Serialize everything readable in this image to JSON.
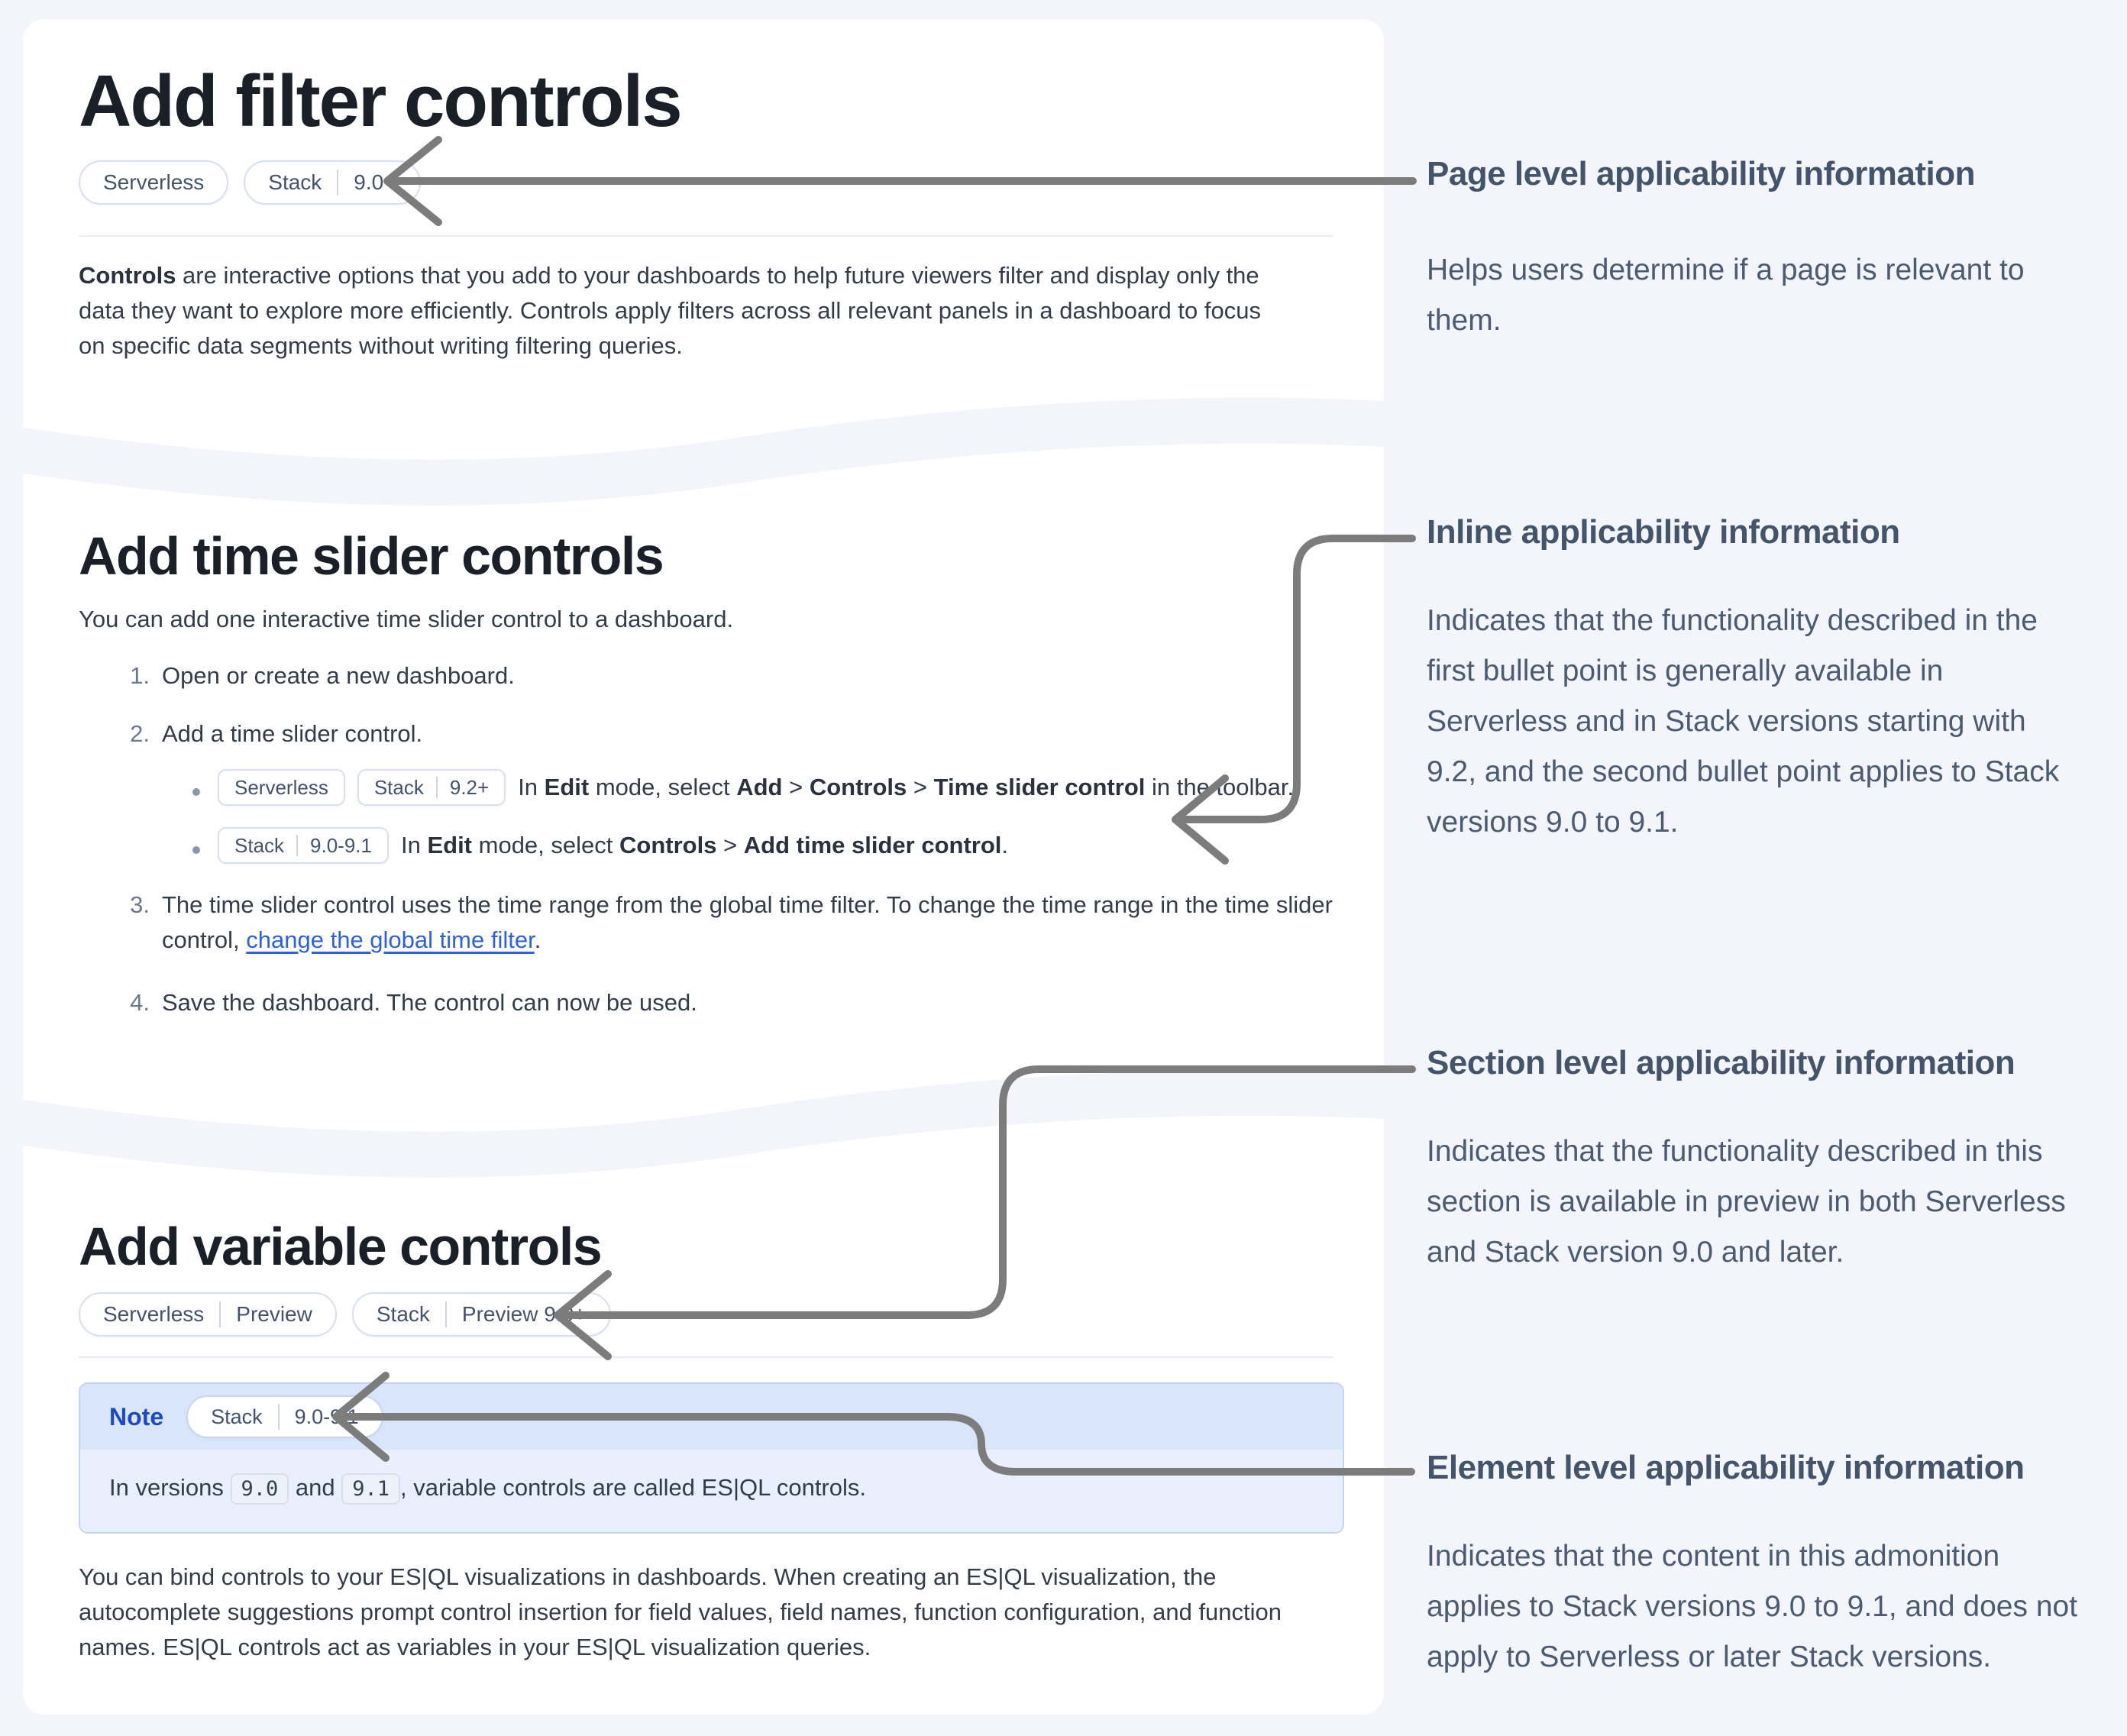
{
  "colors": {
    "page_bg": "#f3f5fa",
    "card_bg": "#ffffff",
    "heading": "#1b1f27",
    "body_text": "#353c49",
    "annotation_heading": "#44546a",
    "annotation_text": "#4b5b72",
    "arrow": "#7c7c7c",
    "link": "#2d61e5",
    "badge_border": "#d8dff0",
    "badge_text": "#44536b",
    "note_header_bg": "#d9e5fb",
    "note_body_bg": "#e9effc",
    "note_label": "#1b49c8"
  },
  "page": {
    "title": "Add filter controls",
    "badges": [
      {
        "parts": [
          "Serverless"
        ]
      },
      {
        "parts": [
          "Stack",
          "9.0+"
        ]
      }
    ],
    "intro": [
      {
        "t": "Controls",
        "b": true
      },
      {
        "t": " are interactive options that you add to your dashboards to help future viewers filter and display only the data they want to explore more efficiently. Controls apply filters across all relevant panels in a dashboard to focus on specific data segments without writing filtering queries."
      }
    ]
  },
  "time_slider": {
    "title": "Add time slider controls",
    "intro": "You can add one interactive time slider control to a dashboard.",
    "steps": [
      {
        "num": "1.",
        "text": [
          {
            "t": "Open or create a new dashboard."
          }
        ]
      },
      {
        "num": "2.",
        "text": [
          {
            "t": "Add a time slider control."
          }
        ]
      },
      {
        "num": "3.",
        "text": [
          {
            "t": "The time slider control uses the time range from the global time filter. To change the time range in the time slider control, "
          },
          {
            "t": "change the global time filter",
            "link": true
          },
          {
            "t": "."
          }
        ]
      },
      {
        "num": "4.",
        "text": [
          {
            "t": "Save the dashboard. The control can now be used."
          }
        ]
      }
    ],
    "bullets": [
      {
        "badges": [
          {
            "parts": [
              "Serverless"
            ]
          },
          {
            "parts": [
              "Stack",
              "9.2+"
            ]
          }
        ],
        "text": [
          {
            "t": "In "
          },
          {
            "t": "Edit",
            "b": true
          },
          {
            "t": " mode, select "
          },
          {
            "t": "Add",
            "b": true
          },
          {
            "t": " > "
          },
          {
            "t": "Controls",
            "b": true
          },
          {
            "t": " > "
          },
          {
            "t": "Time slider control",
            "b": true
          },
          {
            "t": " in the toolbar."
          }
        ]
      },
      {
        "badges": [
          {
            "parts": [
              "Stack",
              "9.0-9.1"
            ]
          }
        ],
        "text": [
          {
            "t": "In "
          },
          {
            "t": "Edit",
            "b": true
          },
          {
            "t": " mode, select "
          },
          {
            "t": "Controls",
            "b": true
          },
          {
            "t": " > "
          },
          {
            "t": "Add time slider control",
            "b": true
          },
          {
            "t": "."
          }
        ]
      }
    ]
  },
  "variable_controls": {
    "title": "Add variable controls",
    "badges": [
      {
        "parts": [
          "Serverless",
          "Preview"
        ]
      },
      {
        "parts": [
          "Stack",
          "Preview 9.0+"
        ]
      }
    ],
    "note": {
      "label": "Note",
      "badge": {
        "parts": [
          "Stack",
          "9.0-9.1"
        ]
      },
      "body": [
        {
          "t": "In versions "
        },
        {
          "t": "9.0",
          "code": true
        },
        {
          "t": " and "
        },
        {
          "t": "9.1",
          "code": true
        },
        {
          "t": ", variable controls are called ES|QL controls."
        }
      ]
    },
    "body": [
      {
        "t": "You can bind controls to your ES|QL visualizations in dashboards. When creating an ES|QL visualization, the autocomplete suggestions prompt control insertion for field values, field names, function configuration, and function names. ES|QL controls act as variables in your ES|QL visualization queries."
      }
    ]
  },
  "annotations": [
    {
      "title": "Page level applicability information",
      "body": "Helps users determine if a page is relevant to them."
    },
    {
      "title": "Inline applicability information",
      "body": "Indicates that the functionality described in the first bullet point is generally available in Serverless and in Stack versions starting with 9.2, and the second bullet point applies to Stack versions 9.0 to 9.1."
    },
    {
      "title": "Section level applicability information",
      "body": "Indicates that the functionality described in this section is available in preview in both Serverless and Stack version 9.0 and later."
    },
    {
      "title": "Element level applicability information",
      "body": "Indicates that the content in this admonition applies to Stack versions 9.0 to 9.1, and does not apply to Serverless or later Stack versions."
    }
  ]
}
